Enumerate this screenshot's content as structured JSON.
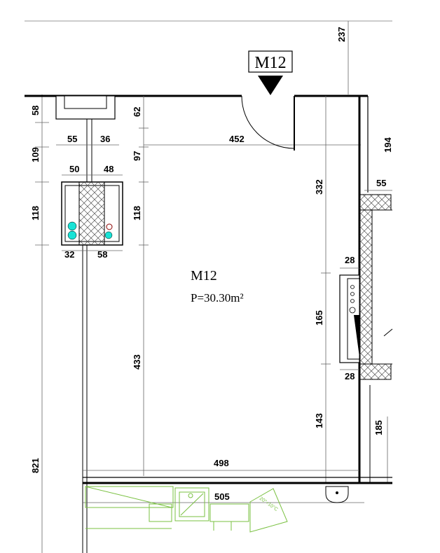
{
  "room": {
    "tag": "M12",
    "name": "M12",
    "area": "P=30.30m²"
  },
  "dimensions": {
    "d237": "237",
    "d58": "58",
    "d62": "62",
    "d55a": "55",
    "d36": "36",
    "d452": "452",
    "d109": "109",
    "d97": "97",
    "d50": "50",
    "d48": "48",
    "d194": "194",
    "d55b": "55",
    "d332": "332",
    "d118a": "118",
    "d118b": "118",
    "d32": "32",
    "d58b": "58",
    "d28a": "28",
    "d165": "165",
    "d28b": "28",
    "d433": "433",
    "d143": "143",
    "d185": "185",
    "d821": "821",
    "d498": "498",
    "d505": "505"
  },
  "fixture_label": "20°÷10°C",
  "colors": {
    "line": "#000000",
    "fixture": "#7ac142",
    "hatch": "#555555",
    "cyan": "#19e3d6",
    "grid": "#999999"
  }
}
